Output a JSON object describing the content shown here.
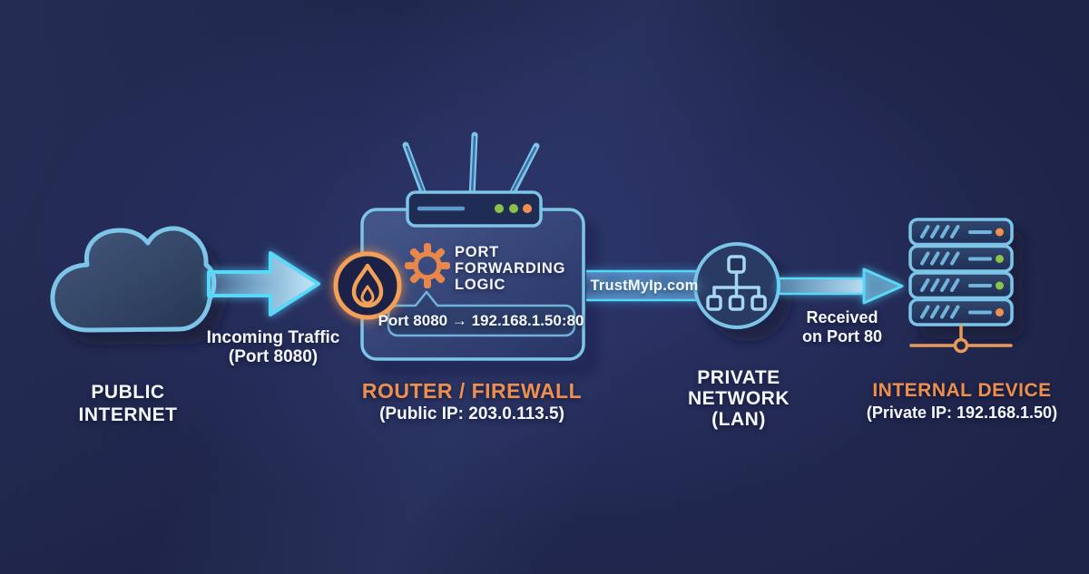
{
  "colors": {
    "bg_base": "#1b2040",
    "bg_center": "#2c356a",
    "device_blue": "#7cc4e8",
    "icon_blue_soft": "#6fb3dc",
    "accent_cyan": "#5ad8f8",
    "accent_orange": "#ef8f4e",
    "gear_orange": "#e8874b",
    "flame_orange": "#f2a058",
    "cable_orange": "#e99a56",
    "text_white": "#f5f8ff"
  },
  "labels": {
    "incoming_traffic": [
      "Incoming Traffic",
      "(Port 8080)"
    ],
    "public_internet": [
      "PUBLIC",
      "INTERNET"
    ],
    "port_forwarding_logic": [
      "PORT",
      "FORWARDING",
      "LOGIC"
    ],
    "port_mapping": "Port 8080 → 192.168.1.50:80",
    "router_title": "ROUTER / FIREWALL",
    "router_subtitle": "(Public IP: 203.0.113.5)",
    "watermark": "TrustMyIp.com",
    "private_network": [
      "PRIVATE",
      "NETWORK",
      "(LAN)"
    ],
    "received": [
      "Received",
      "on Port 80"
    ],
    "internal_device_title": "INTERNAL DEVICE",
    "internal_device_subtitle": "(Private IP: 192.168.1.50)"
  },
  "leds": {
    "router": [
      "#8bc34a",
      "#8bc34a",
      "#ef9050"
    ],
    "server": [
      "#ef9050",
      "#8bc34a",
      "#8bc34a",
      "#ef9050"
    ]
  },
  "icons": [
    "cloud-icon",
    "arrow-right-icon",
    "antenna-icon",
    "router-bar-icon",
    "gear-icon",
    "flame-icon",
    "speech-bubble",
    "lan-tree-icon",
    "server-stack-icon",
    "led-dot",
    "cable-node-icon"
  ]
}
